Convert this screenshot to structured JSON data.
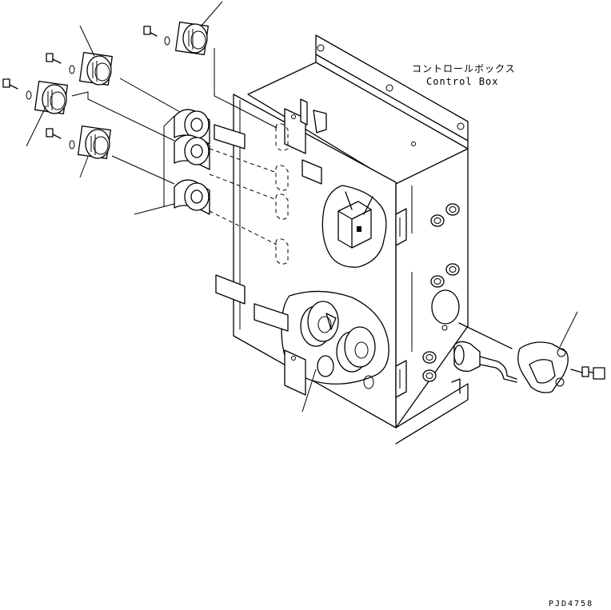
{
  "labels": {
    "title_jp": "コントロールボックス",
    "title_en": "Control Box"
  },
  "drawing_code": "PJD4758"
}
